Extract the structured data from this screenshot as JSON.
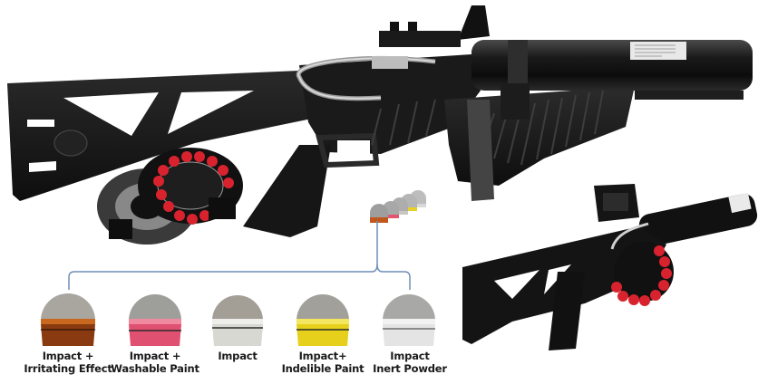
{
  "figure": {
    "main_launcher": {
      "description": "Compressed-air launcher with skeleton stock, flexible air hose, pistol grip, bottle barrel"
    },
    "drum_magazines": {
      "count": 2,
      "round_color": "#d8232e"
    },
    "projectile_cluster": {
      "count": 5,
      "colors": [
        "#c0581e",
        "#e0566e",
        "#b8b8b0",
        "#e8d22a",
        "#d8d8d8"
      ]
    },
    "secondary_launcher": {
      "description": "Launcher with mounted holographic sight and drum magazine loaded with red rounds"
    },
    "bracket_line_color": "#6f8fb8"
  },
  "projectiles": [
    {
      "line1": "Impact +",
      "line2": "Irritating  Effect",
      "band_color": "#8a3a10",
      "band_top": "#c8681e"
    },
    {
      "line1": "Impact +",
      "line2": "Washable Paint",
      "band_color": "#e05070",
      "band_top": "#f08aa0"
    },
    {
      "line1": "Impact",
      "line2": "",
      "band_color": "#d8d8d2",
      "band_top": "#eeeeea"
    },
    {
      "line1": "Impact+",
      "line2": "Indelible Paint",
      "band_color": "#e6d01c",
      "band_top": "#f4e660"
    },
    {
      "line1": "Impact",
      "line2": "Inert Powder",
      "band_color": "#e4e4e4",
      "band_top": "#f2f2f2"
    }
  ]
}
